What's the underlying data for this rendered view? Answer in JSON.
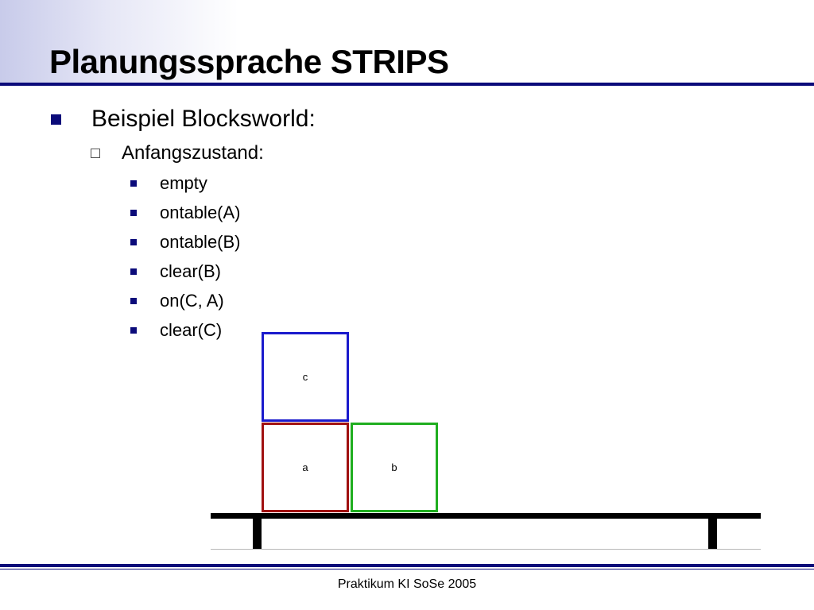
{
  "slide": {
    "title": "Planungssprache STRIPS",
    "bullet_l1": "Beispiel Blocksworld:",
    "bullet_l2": "Anfangszustand:",
    "facts": [
      "empty",
      "ontable(A)",
      "ontable(B)",
      "clear(B)",
      "on(C, A)",
      "clear(C)"
    ],
    "footer": "Praktikum KI SoSe 2005"
  },
  "blocks": {
    "c": {
      "label": "c",
      "color": "#1a1acc"
    },
    "a": {
      "label": "a",
      "color": "#a01010"
    },
    "b": {
      "label": "b",
      "color": "#1fae1f"
    }
  },
  "colors": {
    "accent": "#0b0b7a"
  }
}
